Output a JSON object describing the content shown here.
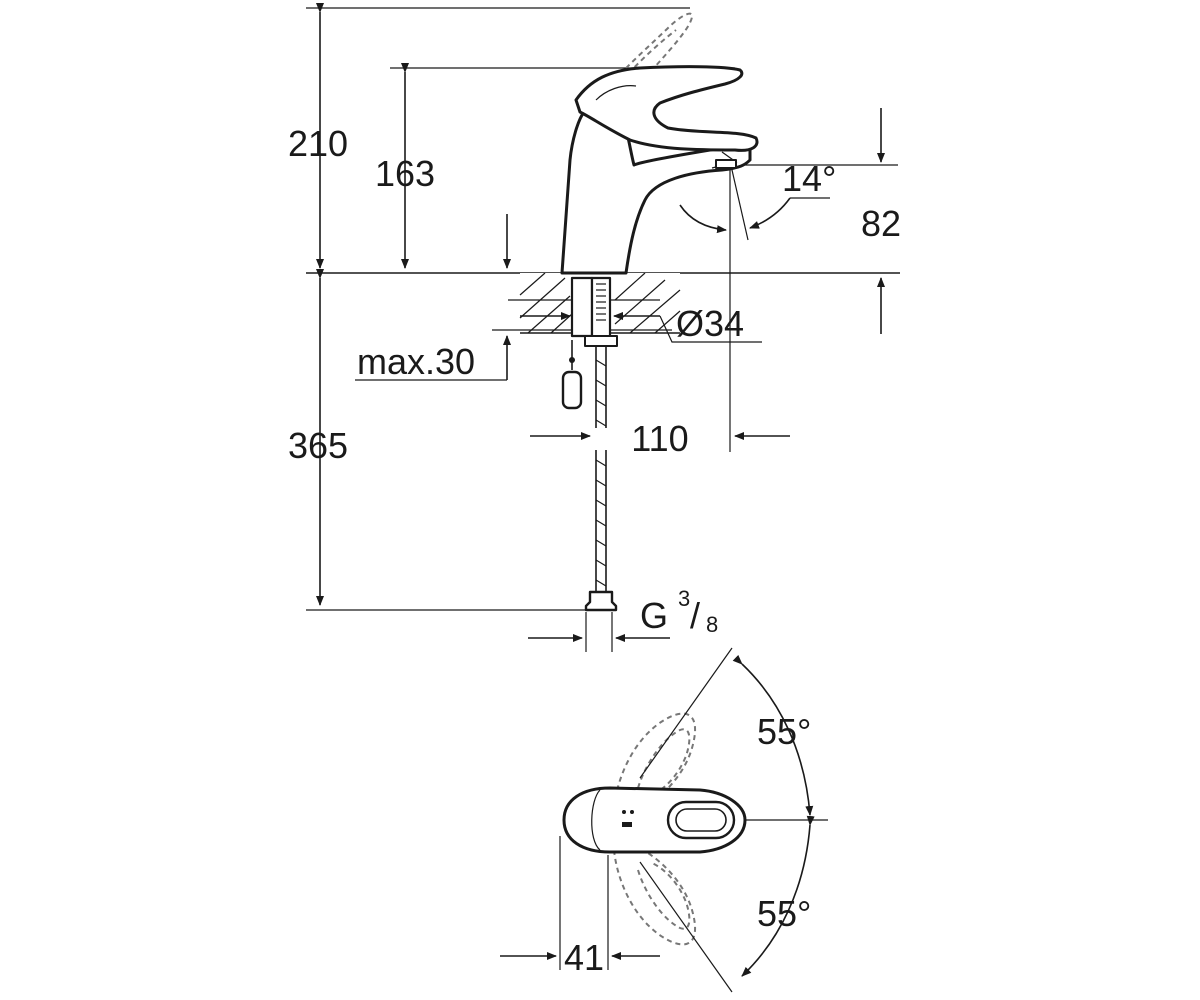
{
  "dimensions": {
    "total_height": "210",
    "lever_height": "163",
    "spout_height": "82",
    "spout_angle": "14°",
    "mount_diameter": "Ø34",
    "max_thickness": "max.30",
    "hose_length": "365",
    "spout_reach": "110",
    "connection_thread": "G",
    "thread_numerator": "3",
    "thread_slash": "/",
    "thread_denominator": "8",
    "lever_swing_upper": "55°",
    "lever_swing_lower": "55°",
    "base_width": "41"
  },
  "colors": {
    "line": "#1a1a1a",
    "ghost_outline": "#777777",
    "background": "#ffffff"
  }
}
